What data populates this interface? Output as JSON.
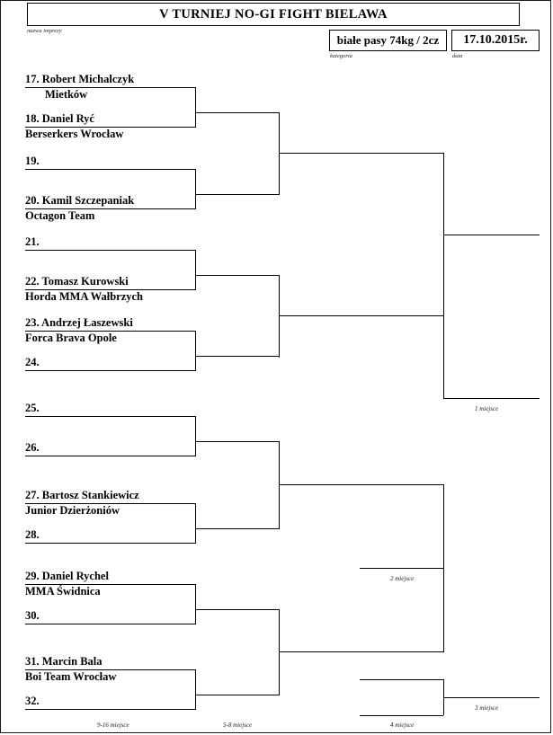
{
  "header": {
    "title": "V TURNIEJ NO-GI FIGHT BIELAWA",
    "title_caption": "nazwa imprezy",
    "category": "białe pasy 74kg / 2cz",
    "category_caption": "kategoria",
    "date": "17.10.2015r.",
    "date_caption": "data"
  },
  "bracket": {
    "slots": [
      {
        "number": "17.",
        "name": "17. Robert Michalczyk",
        "team": "Mietków"
      },
      {
        "number": "18.",
        "name": "18. Daniel Ryć",
        "team": "Berserkers Wrocław"
      },
      {
        "number": "19.",
        "name": "19.",
        "team": ""
      },
      {
        "number": "20.",
        "name": "20. Kamil Szczepaniak",
        "team": "Octagon Team"
      },
      {
        "number": "21.",
        "name": "21.",
        "team": ""
      },
      {
        "number": "22.",
        "name": "22. Tomasz Kurowski",
        "team": "Horda MMA Wałbrzych"
      },
      {
        "number": "23.",
        "name": "23. Andrzej Łaszewski",
        "team": "Forca Brava Opole"
      },
      {
        "number": "24.",
        "name": "24.",
        "team": ""
      },
      {
        "number": "25.",
        "name": "25.",
        "team": ""
      },
      {
        "number": "26.",
        "name": "26.",
        "team": ""
      },
      {
        "number": "27.",
        "name": "27. Bartosz Stankiewicz",
        "team": "Junior Dzierżoniów"
      },
      {
        "number": "28.",
        "name": "28.",
        "team": ""
      },
      {
        "number": "29.",
        "name": "29. Daniel Rychel",
        "team": "MMA Świdnica"
      },
      {
        "number": "30.",
        "name": "30.",
        "team": ""
      },
      {
        "number": "31.",
        "name": "31. Marcin Bala",
        "team": "Boi Team Wrocław"
      },
      {
        "number": "32.",
        "name": "32.",
        "team": ""
      }
    ]
  },
  "placements": {
    "first": "1 miejsce",
    "second": "2 miejsce",
    "third": "3 miejsce",
    "fourth": "4 miejsce",
    "round_5_8": "5-8 miejsce",
    "round_9_16": "9-16 miejsce"
  }
}
